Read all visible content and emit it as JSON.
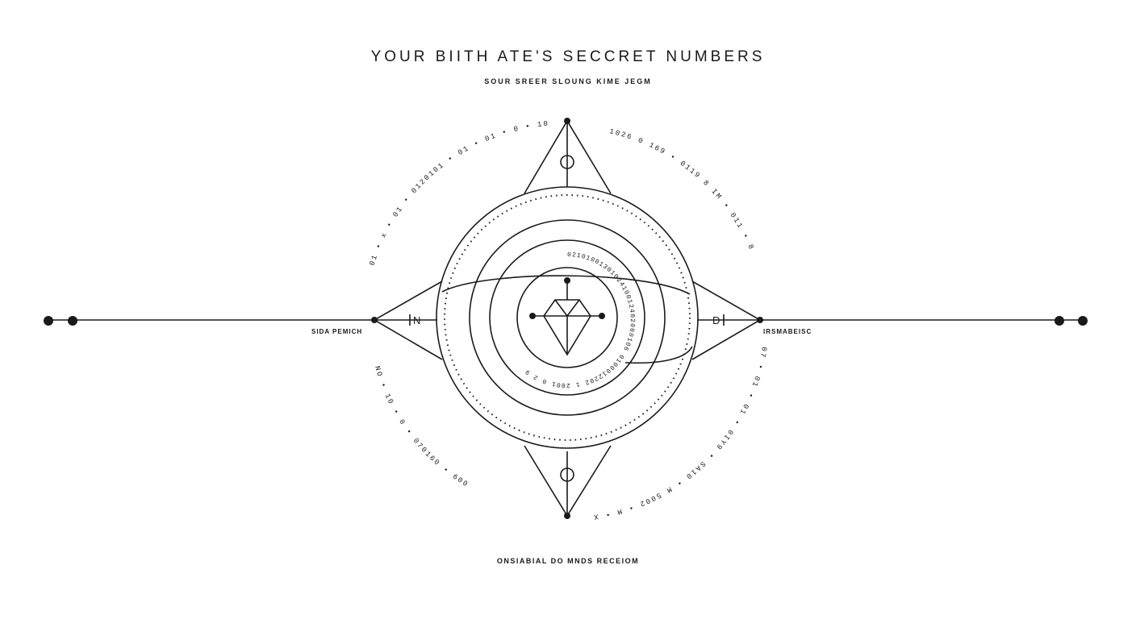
{
  "header": {
    "title": "YOUR BIITH ATE'S SECCRET NUMBERS",
    "subtitle": "SOUR SREER SLOUNG KIME JEGM"
  },
  "labels": {
    "left": "SIDA PEMICH",
    "right": "IRSMABEISC",
    "left_glyph": "N",
    "right_glyph": "D",
    "footer": "ONSIABIAL DO MNDS RECEIOM"
  },
  "rings": {
    "outer_top_left": "01 • x • 01 • 0120101 • 01 • 01 • 0 • 10 • x",
    "outer_top_right": "1026 0 169 • 0119 8 IM • 011 • 8",
    "outer_bottom_left": "NO • 10 • 0 • 070160 • 600",
    "outer_bottom_right": "07 • 01 • 01 • 0IY9 • SA10 • M 5002 • M • X",
    "inner": "0210100130102410012402000106 0100012202 1 2001 0 2 9"
  },
  "colors": {
    "stroke": "#1a1a1a",
    "background": "#ffffff"
  }
}
